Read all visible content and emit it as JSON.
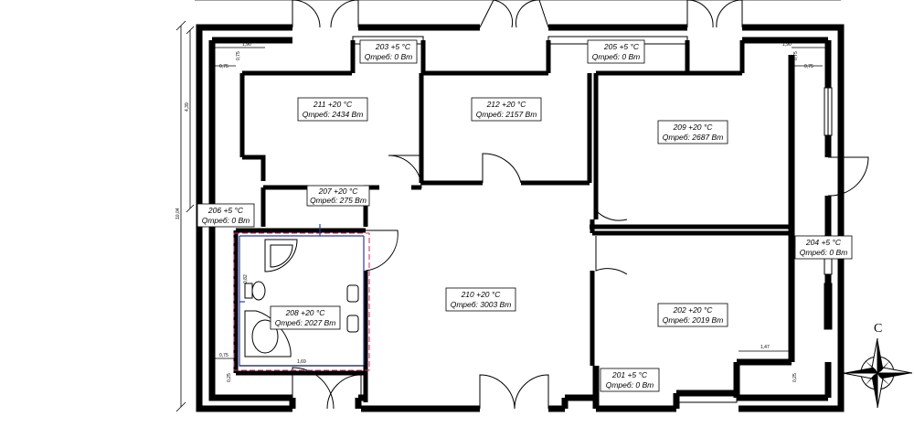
{
  "rooms": [
    {
      "id": "203",
      "label": "203  +5 °C",
      "q": "Qтреб: 0 Вт"
    },
    {
      "id": "205",
      "label": "205  +5 °C",
      "q": "Qтреб: 0 Вт"
    },
    {
      "id": "211",
      "label": "211  +20 °C",
      "q": "Qтреб: 2434 Вт"
    },
    {
      "id": "212",
      "label": "212  +20 °C",
      "q": "Qтреб: 2157 Вт"
    },
    {
      "id": "209",
      "label": "209  +20 °C",
      "q": "Qтреб: 2687 Вт"
    },
    {
      "id": "207",
      "label": "207  +20 °C",
      "q": "Qтреб: 275 Вт"
    },
    {
      "id": "206",
      "label": "206  +5 °C",
      "q": "Qтреб: 0 Вт"
    },
    {
      "id": "204",
      "label": "204  +5 °C",
      "q": "Qтреб: 0 Вт"
    },
    {
      "id": "210",
      "label": "210  +20 °C",
      "q": "Qтреб: 3003 Вт"
    },
    {
      "id": "208",
      "label": "208  +20 °C",
      "q": "Qтреб: 2027 Вт"
    },
    {
      "id": "202",
      "label": "202  +20 °C",
      "q": "Qтреб: 2019 Вт"
    },
    {
      "id": "201",
      "label": "201  +5 °C",
      "q": "Qтреб: 0 Вт"
    }
  ],
  "dimensions": {
    "top_left_width": "1,90",
    "top_right_width": "1,90",
    "left_offset_top": "0,75",
    "right_offset_top": "0,75",
    "small_top_left": "0,75",
    "small_top_right": "0,75",
    "left_height_upper": "4,39",
    "overall_height": "10,04",
    "bath_offset": "0,82",
    "bottom_left_offset": "0,75",
    "bottom_left_small": "0,25",
    "bath_width": "1,69",
    "right_bottom_width": "1,47",
    "bottom_right_small": "0,25"
  },
  "compass": {
    "letter": "С"
  }
}
